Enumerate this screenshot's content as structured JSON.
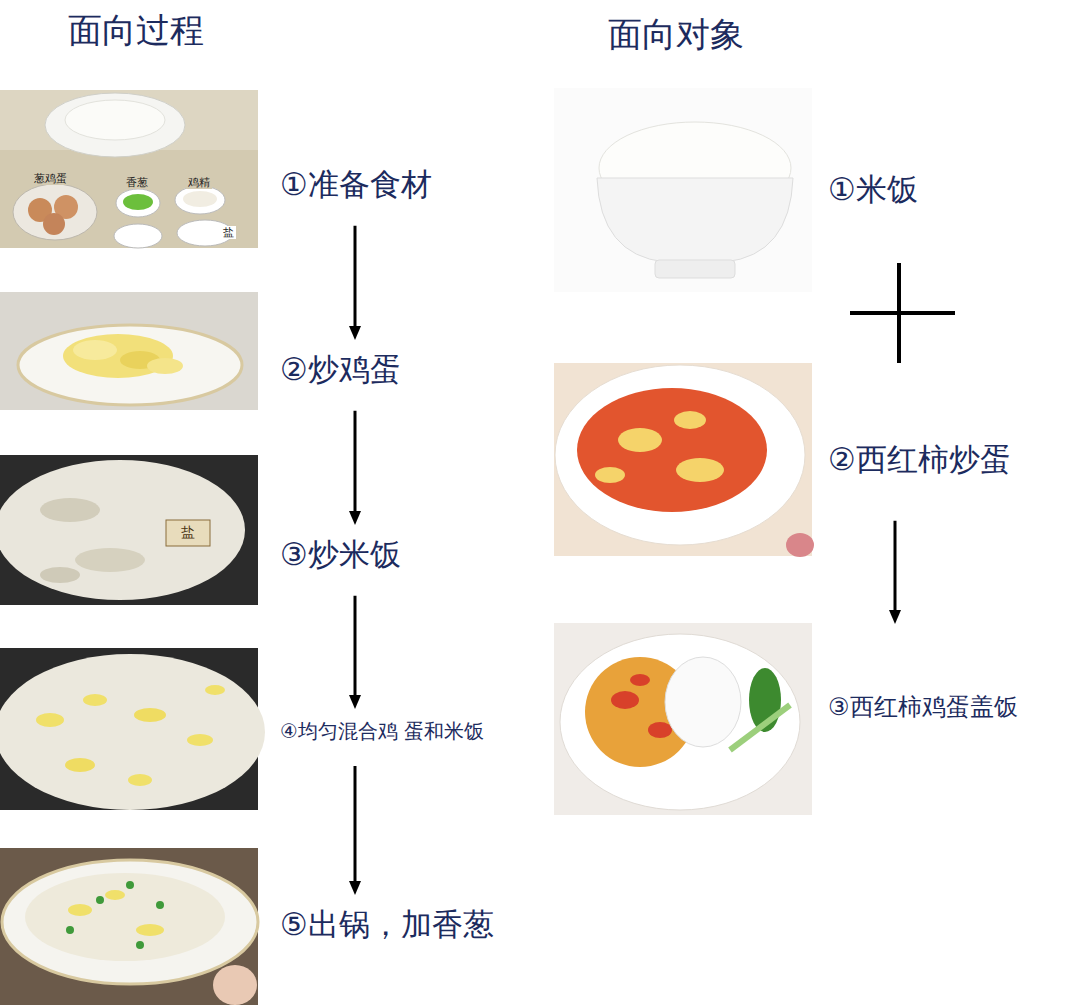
{
  "diagram": {
    "nodes": [
      {
        "text": [
          "①准备食材"
        ]
      },
      {
        "text": [
          "②炒鸡蛋"
        ]
      },
      {
        "text": [
          "③炒米饭"
        ]
      },
      {
        "text": [
          "④均匀混合鸡 蛋和米饭"
        ]
      },
      {
        "text": [
          "⑤出锅，加香葱"
        ]
      },
      {
        "text": [
          "①米饭"
        ]
      },
      {
        "text": [
          "②西红柿炒蛋"
        ]
      },
      {
        "text": [
          "③西红柿鸡蛋盖饭"
        ]
      }
    ],
    "edges": [
      {
        "from": 0,
        "to": 1,
        "arrow": "to"
      },
      {
        "from": 1,
        "to": 2,
        "arrow": "to"
      },
      {
        "from": 2,
        "to": 3,
        "arrow": "to"
      },
      {
        "from": 3,
        "to": 4,
        "arrow": "to"
      },
      {
        "from": 6,
        "to": 7,
        "arrow": "to"
      }
    ],
    "labels": [
      "面向过程",
      "面向对象",
      "葱鸡蛋",
      "香葱",
      "鸡精",
      "盐",
      "盐"
    ]
  }
}
